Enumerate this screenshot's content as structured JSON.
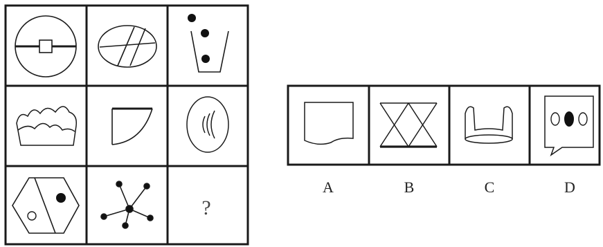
{
  "puzzle": {
    "grid_cells": [
      {
        "id": "r1c1",
        "icon": "circle-with-bar-and-square-icon"
      },
      {
        "id": "r1c2",
        "icon": "ellipse-with-parallel-chords-icon"
      },
      {
        "id": "r1c3",
        "icon": "cup-with-three-dots-icon"
      },
      {
        "id": "r2c1",
        "icon": "cloud-blob-with-wavy-line-icon"
      },
      {
        "id": "r2c2",
        "icon": "quarter-sector-icon"
      },
      {
        "id": "r2c3",
        "icon": "ellipse-with-arcs-icon"
      },
      {
        "id": "r3c1",
        "icon": "hexagon-with-two-dots-icon"
      },
      {
        "id": "r3c2",
        "icon": "star-network-icon"
      },
      {
        "id": "r3c3",
        "icon": "question-mark",
        "text": "?"
      }
    ],
    "options": [
      {
        "label": "A",
        "icon": "open-shape-with-wavy-bottom-icon"
      },
      {
        "label": "B",
        "icon": "hourglass-triangles-icon"
      },
      {
        "label": "C",
        "icon": "arched-cylinder-icon"
      },
      {
        "label": "D",
        "icon": "speech-bubble-with-three-ovals-icon"
      }
    ]
  }
}
